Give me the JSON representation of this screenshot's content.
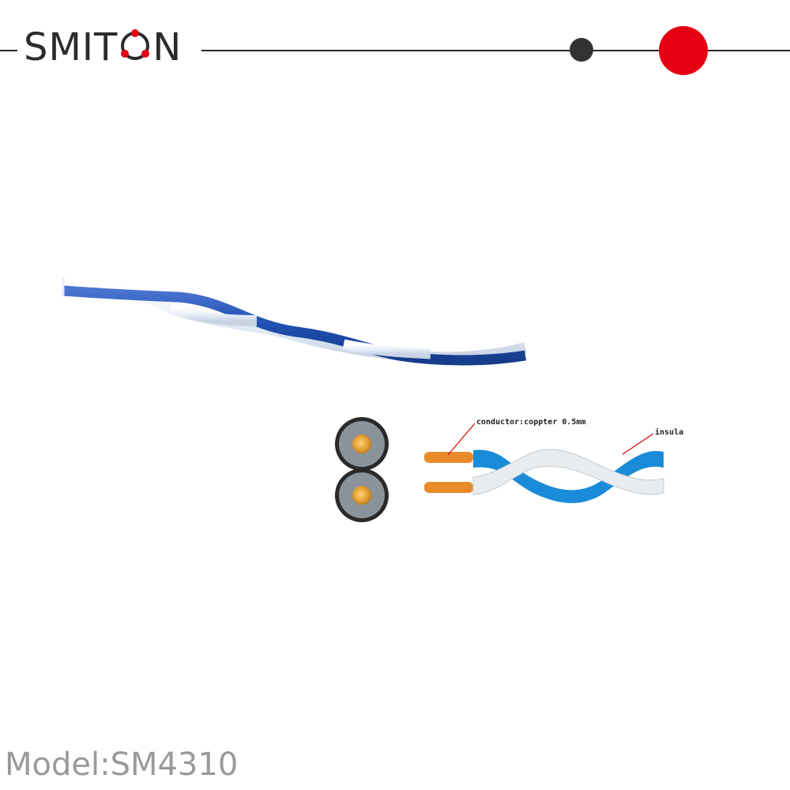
{
  "brand": {
    "name_prefix": "SMIT",
    "name_suffix": "N",
    "accent_color": "#e60012"
  },
  "diagram": {
    "conductor_label": "conductor:coppter 0.5mm",
    "insulation_label": "insulation:PP"
  },
  "footer": {
    "model_label": "Model:SM4310"
  },
  "colors": {
    "wire_blue": "#1f4fb0",
    "wire_white": "#e6eef8",
    "diagram_blue": "#1a8bd8",
    "copper": "#e98a2b"
  }
}
